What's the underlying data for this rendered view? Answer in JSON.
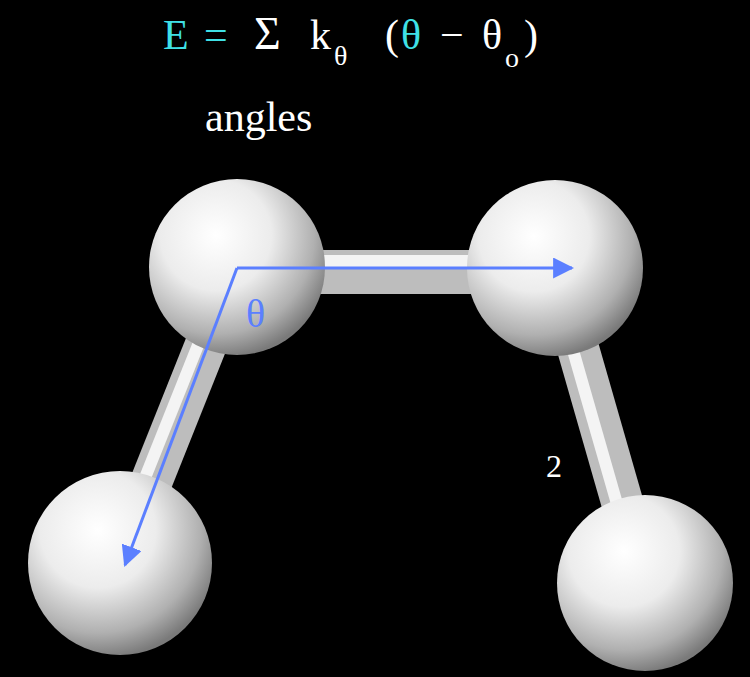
{
  "diagram": {
    "labels": [
      "E",
      "=",
      "Σ",
      "k",
      "θ",
      "(",
      "θ",
      "−",
      "θ",
      "o",
      ")",
      "2",
      "angles",
      "θ"
    ]
  }
}
